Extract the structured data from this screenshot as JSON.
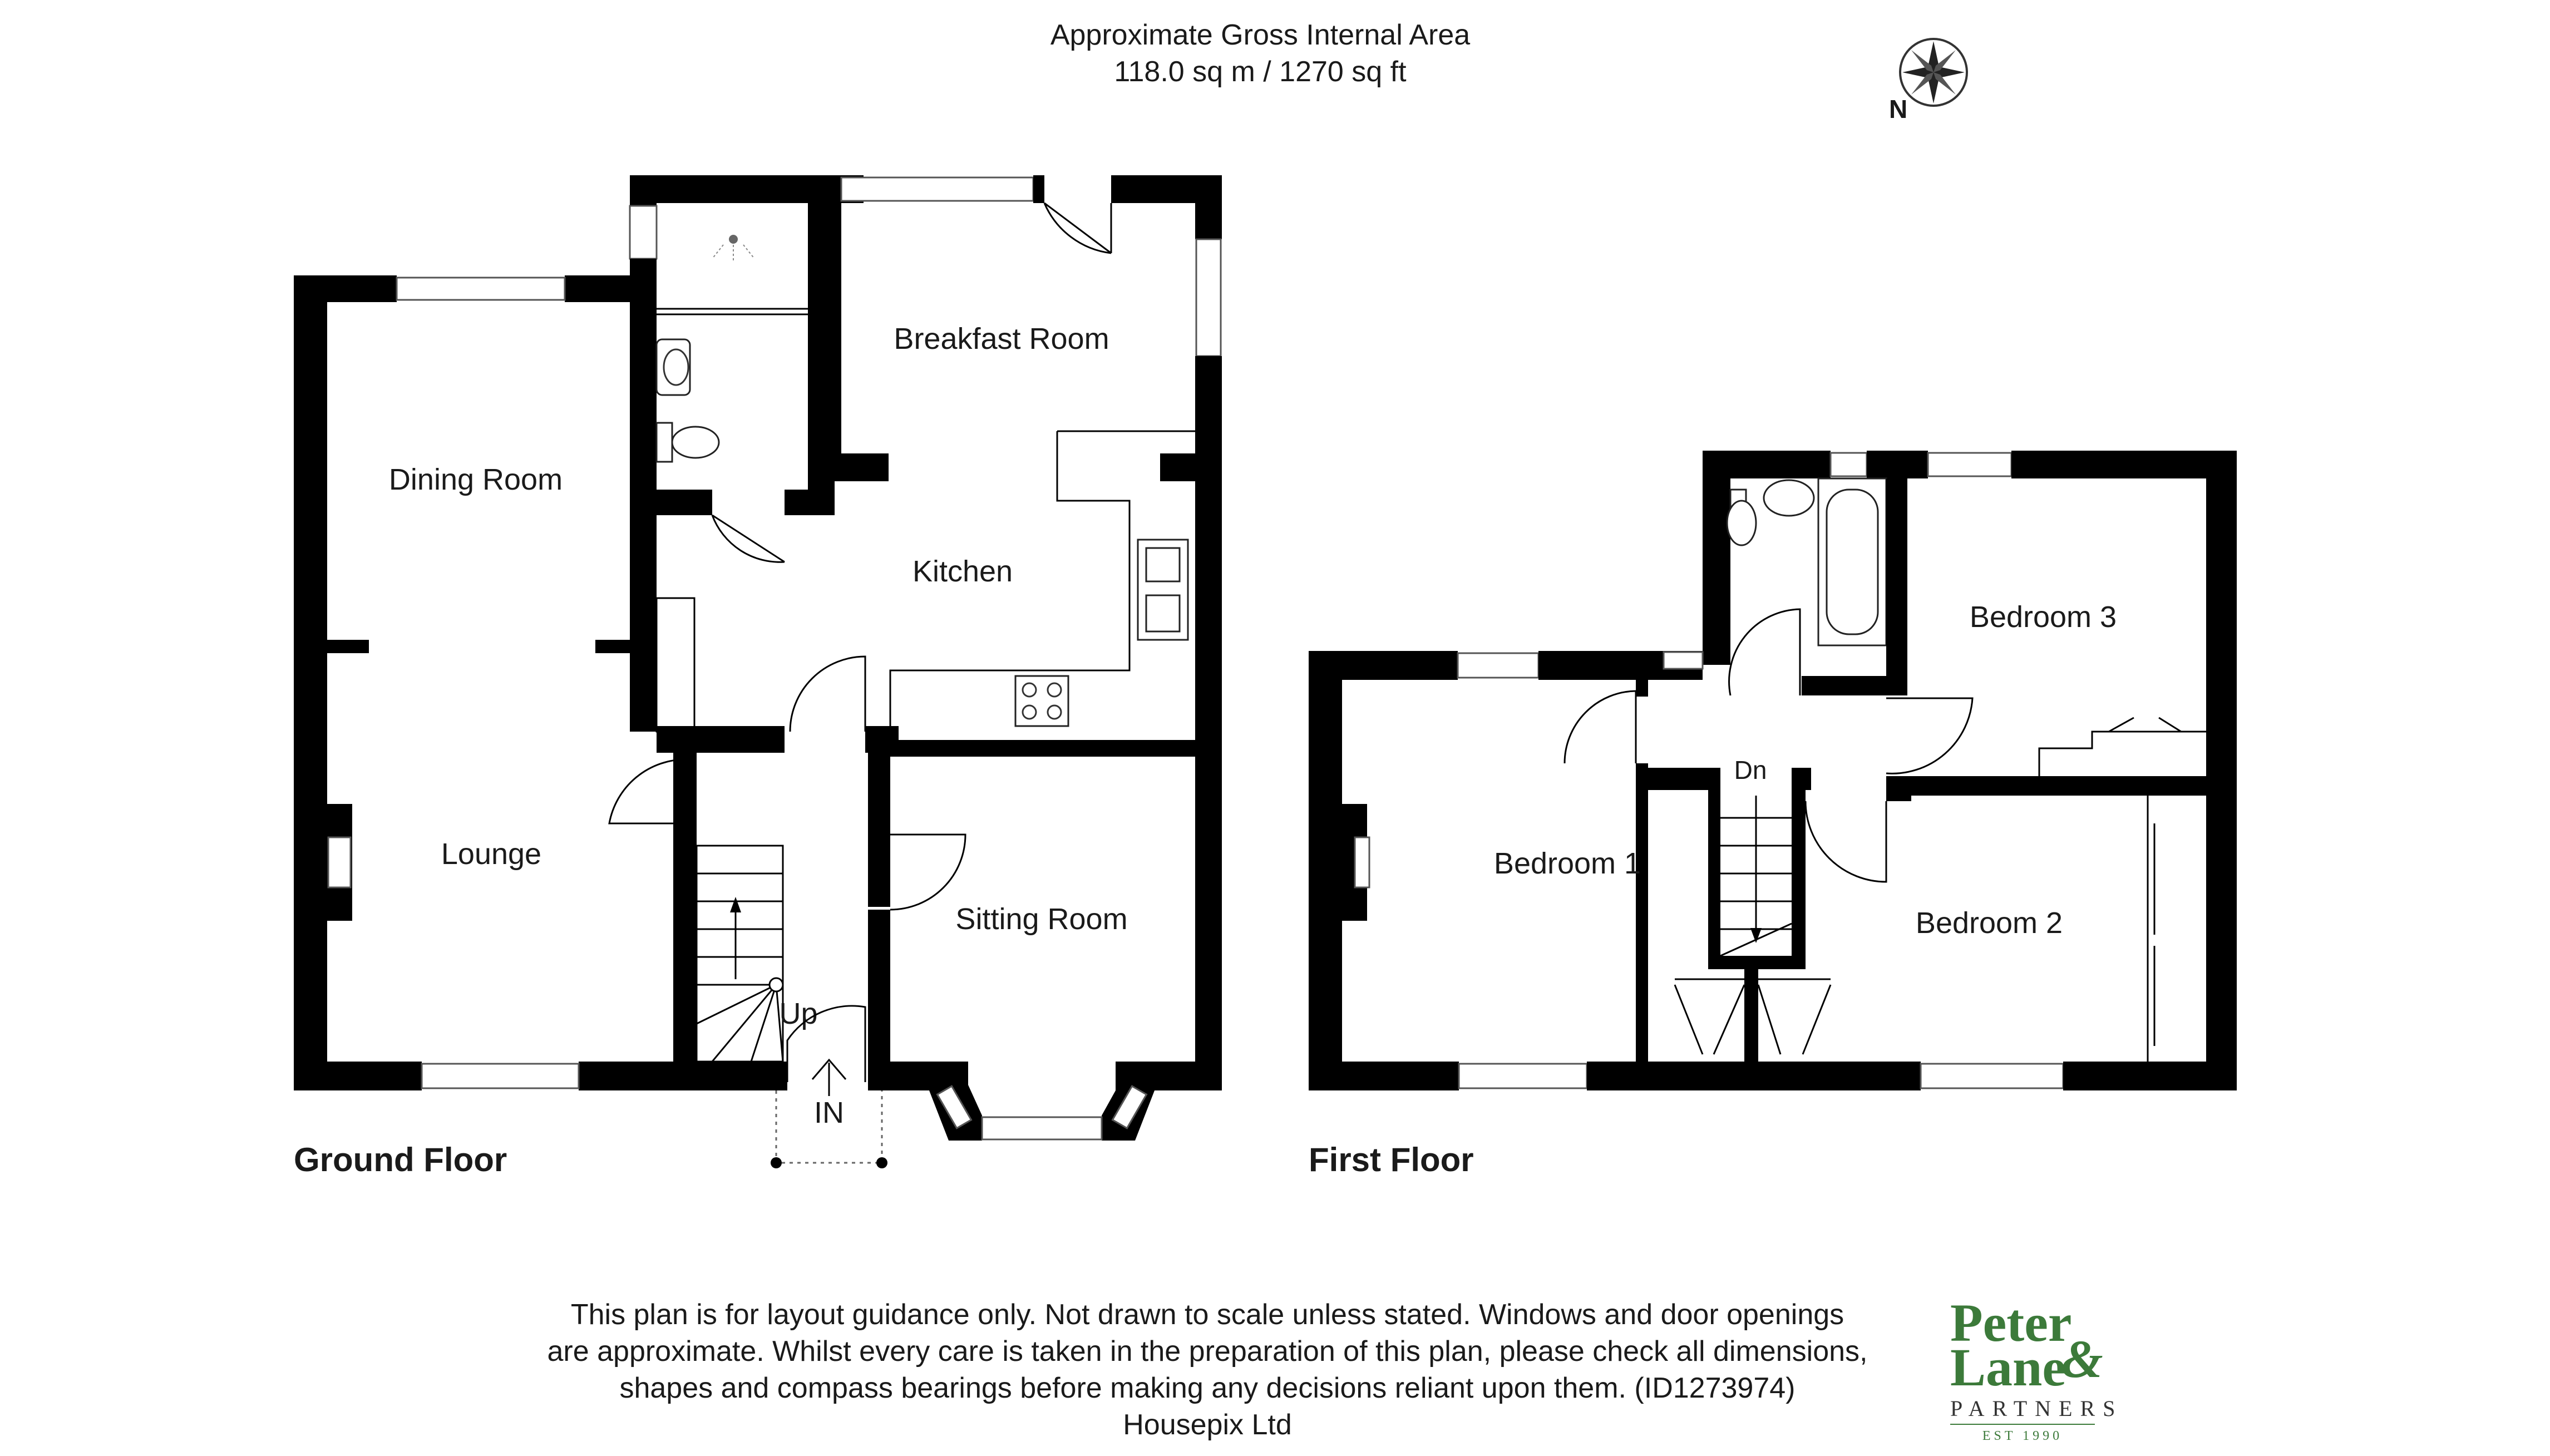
{
  "header": {
    "area_title": "Approximate Gross Internal Area",
    "area_value": "118.0 sq m / 1270 sq ft"
  },
  "compass": {
    "label": "N",
    "icon": "compass-rose-icon"
  },
  "ground_floor": {
    "title": "Ground Floor",
    "rooms": {
      "dining": "Dining Room",
      "lounge": "Lounge",
      "breakfast": "Breakfast Room",
      "kitchen": "Kitchen",
      "sitting": "Sitting Room"
    },
    "stairs_label": "Up",
    "entrance_label": "IN"
  },
  "first_floor": {
    "title": "First Floor",
    "rooms": {
      "bed1": "Bedroom 1",
      "bed2": "Bedroom 2",
      "bed3": "Bedroom 3"
    },
    "stairs_label": "Dn"
  },
  "disclaimer": {
    "line1": "This plan is for layout guidance only. Not drawn to scale unless stated. Windows and door openings",
    "line2": "are approximate. Whilst every care is taken in the preparation of this plan, please check all dimensions,",
    "line3": "shapes and compass bearings before making any decisions reliant upon them. (ID1273974)",
    "line4": "Housepix Ltd"
  },
  "logo": {
    "line1": "Peter",
    "line2": "Lane",
    "ampersand": "&",
    "line3": "PARTNERS",
    "line4": "EST 1990",
    "colors": {
      "green": "#3c7a3a",
      "grey": "#333333"
    }
  }
}
